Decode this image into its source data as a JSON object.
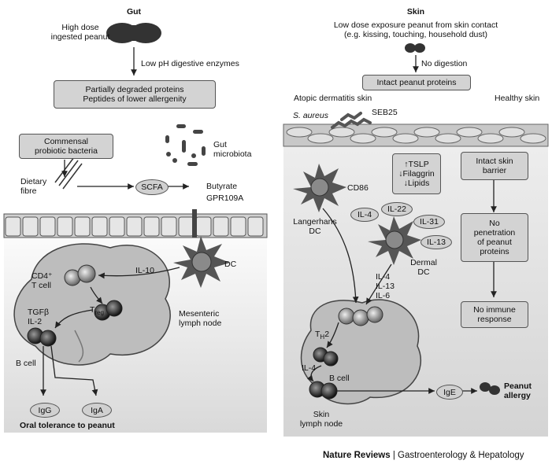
{
  "gut": {
    "title": "Gut",
    "ingested": "High dose ingested peanut",
    "enzymes": "Low pH digestive enzymes",
    "degraded_box": [
      "Partially degraded proteins",
      "Peptides of lower allergenity"
    ],
    "commensal_box": [
      "Commensal",
      "probiotic bacteria"
    ],
    "gut_microbiota": [
      "Gut",
      "microbiota"
    ],
    "dietary_fibre": [
      "Dietary",
      "fibre"
    ],
    "scfa": "SCFA",
    "butyrate": "Butyrate",
    "gpr": "GPR109A",
    "il10": "IL-10",
    "dc": "DC",
    "cd4": [
      "CD4⁺",
      "T cell"
    ],
    "treg": "T",
    "treg_sub": "reg",
    "tgfb": [
      "TGFβ",
      "IL-2"
    ],
    "bcell": "B cell",
    "mesenteric": [
      "Mesenteric",
      "lymph node"
    ],
    "igg": "IgG",
    "iga": "IgA",
    "tolerance": "Oral tolerance to peanut"
  },
  "skin": {
    "title": "Skin",
    "exposure": [
      "Low dose exposure peanut from skin contact",
      "(e.g. kissing, touching, household dust)"
    ],
    "no_digestion": "No digestion",
    "intact_box": "Intact peanut proteins",
    "atopic": "Atopic dermatitis skin",
    "healthy": "Healthy skin",
    "saureus": "S. aureus",
    "seb25": "SEB25",
    "tslp_box": [
      "↑TSLP",
      "↓Filaggrin",
      "↓Lipids"
    ],
    "intact_barrier": [
      "Intact skin",
      "barrier"
    ],
    "cd86": "CD86",
    "il4": "IL-4",
    "il22": "IL-22",
    "il31": "IL-31",
    "il13": "IL-13",
    "langerhans": [
      "Langerhans",
      "DC"
    ],
    "dermal": [
      "Dermal",
      "DC"
    ],
    "no_penetration": [
      "No",
      "penetration",
      "of peanut",
      "proteins"
    ],
    "cytokines": [
      "IL-4",
      "IL-13",
      "IL-6"
    ],
    "th2": "T",
    "th2_sub": "H",
    "th2_tail": "2",
    "il4b": "IL-4",
    "bcell": "B cell",
    "no_immune": [
      "No immune",
      "response"
    ],
    "ige": "IgE",
    "allergy": [
      "Peanut",
      "allergy"
    ],
    "skin_node": [
      "Skin",
      "lymph node"
    ]
  },
  "footer": {
    "journal": "Nature Reviews",
    "section": "Gastroenterology & Hepatology"
  }
}
